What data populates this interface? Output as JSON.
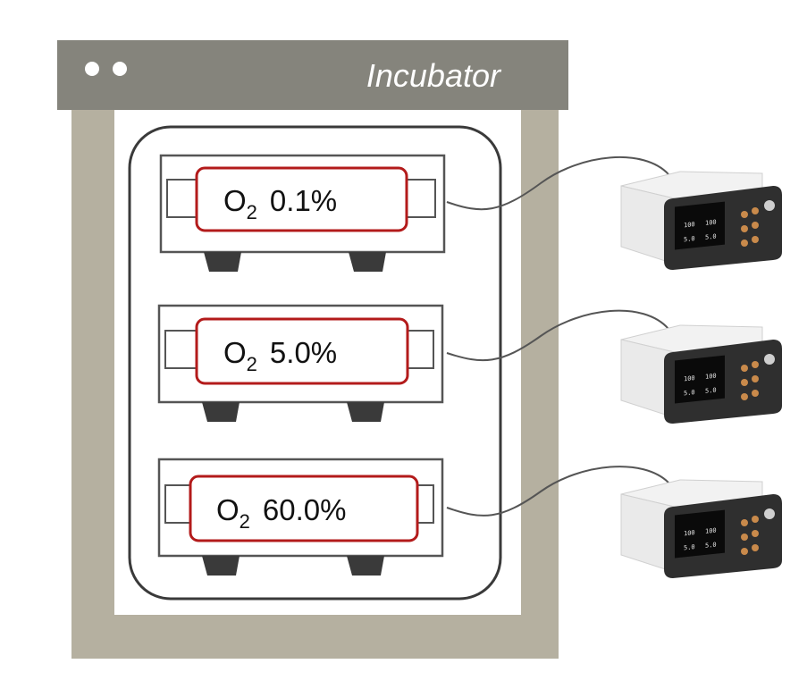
{
  "window": {
    "title": "Incubator",
    "frame_color": "#b5b0a0",
    "title_bar_color": "#85847c"
  },
  "chambers": [
    {
      "gas": "O",
      "subscript": "2",
      "value": "0.1%"
    },
    {
      "gas": "O",
      "subscript": "2",
      "value": "5.0%"
    },
    {
      "gas": "O",
      "subscript": "2",
      "value": "60.0%"
    }
  ],
  "controllers": [
    {
      "lcd": {
        "o2": "100",
        "o2_set": "100",
        "co2": "5.0",
        "co2_set": "5.0"
      }
    },
    {
      "lcd": {
        "o2": "100",
        "o2_set": "100",
        "co2": "5.0",
        "co2_set": "5.0"
      }
    },
    {
      "lcd": {
        "o2": "100",
        "o2_set": "100",
        "co2": "5.0",
        "co2_set": "5.0"
      }
    }
  ],
  "colors": {
    "chamber_outline": "#b31b1b",
    "cable": "#555555"
  }
}
